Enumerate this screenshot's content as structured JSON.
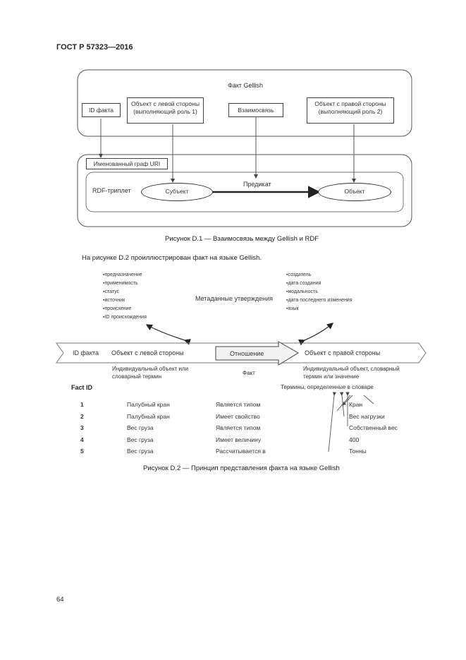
{
  "header": {
    "title": "ГОСТ Р 57323—2016"
  },
  "figure1": {
    "fact_label": "Факт Gellish",
    "id_box": "ID факта",
    "left_box": [
      "Объект с левой стороны",
      "(выполняющий роль 1)"
    ],
    "relation_box": "Взаимосвязь",
    "right_box": [
      "Объект с правой стороны",
      "(выполняющий роль 2)"
    ],
    "named_graph": "Именованный граф URI",
    "rdf_triple": "RDF-триплет",
    "subject": "Субъект",
    "predicate": "Предикат",
    "object": "Объект",
    "caption": "Рисунок D.1 — Взаимосвязь между Gellish и RDF"
  },
  "paragraph": "На рисунке D.2 проиллюстрирован факт на языке Gellish.",
  "figure2": {
    "left_bullets": [
      "предназначение",
      "применимость",
      "статус",
      "источник",
      "происхение",
      "ID происхождения"
    ],
    "metadata_label": "Метаданные утверждения",
    "right_bullets": [
      "создатель",
      "дата создания",
      "модальность",
      "дата последнего изменения",
      "язык"
    ],
    "band_id": "ID факта",
    "band_left": "Объект с левой стороны",
    "band_relation": "Отношение",
    "band_right": "Объект с правой стороны",
    "sub_left": [
      "Индивидуальный объект или",
      "словарный термин"
    ],
    "sub_fact": "Факт",
    "sub_right": [
      "Индивидуальный объект, словарный",
      "термин или значение"
    ],
    "fact_id_header": "Fact ID",
    "defined_terms": "Термины, определенные в словаре",
    "rows": [
      {
        "id": "1",
        "left": "Палубный кран",
        "relation": "Является типом",
        "right": "Кран"
      },
      {
        "id": "2",
        "left": "Палубный кран",
        "relation": "Имеет свойство",
        "right": "Вес нагрузки"
      },
      {
        "id": "3",
        "left": "Вес груза",
        "relation": "Является типом",
        "right": "Собственный вес"
      },
      {
        "id": "4",
        "left": "Вес груза",
        "relation": "Имеет величину",
        "right": "400"
      },
      {
        "id": "5",
        "left": "Вес груза",
        "relation": "Рассчитывается в",
        "right": "Тонны"
      }
    ],
    "caption": "Рисунок D.2 — Принцип представления факта на языке Gellish"
  },
  "footer": {
    "page_number": "64"
  }
}
